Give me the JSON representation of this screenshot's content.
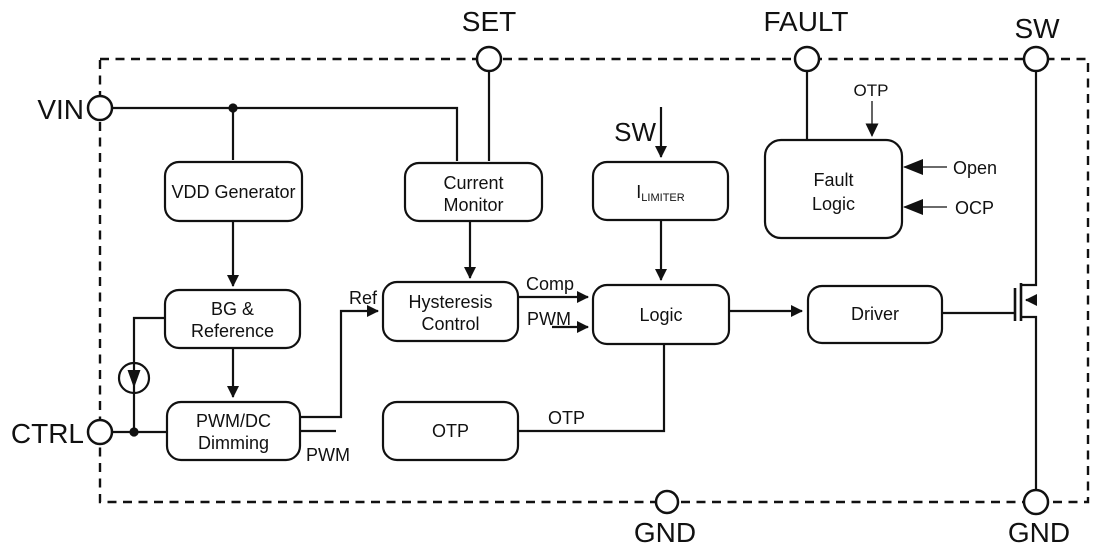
{
  "diagram_type": "IC functional block diagram",
  "colors": {
    "line": "#111111",
    "background": "#ffffff"
  },
  "pins": {
    "vin": "VIN",
    "ctrl": "CTRL",
    "set": "SET",
    "fault": "FAULT",
    "sw": "SW",
    "gnd_center": "GND",
    "gnd_right": "GND"
  },
  "blocks": {
    "vdd_generator": {
      "label": "VDD Generator"
    },
    "current_monitor": {
      "line1": "Current",
      "line2": "Monitor"
    },
    "i_limiter": {
      "main": "I",
      "sub": "LIMITER"
    },
    "fault_logic": {
      "line1": "Fault",
      "line2": "Logic"
    },
    "bg_reference": {
      "line1": "BG &",
      "line2": "Reference"
    },
    "hysteresis_control": {
      "line1": "Hysteresis",
      "line2": "Control"
    },
    "pwm_dc_dimming": {
      "line1": "PWM/DC",
      "line2": "Dimming"
    },
    "otp": {
      "label": "OTP"
    },
    "logic": {
      "label": "Logic"
    },
    "driver": {
      "label": "Driver"
    }
  },
  "signals": {
    "sw_internal": "SW",
    "otp_to_fault_logic": "OTP",
    "open": "Open",
    "ocp": "OCP",
    "ref": "Ref",
    "comp": "Comp",
    "pwm_out": "PWM",
    "pwm_in": "PWM",
    "otp_net": "OTP"
  }
}
